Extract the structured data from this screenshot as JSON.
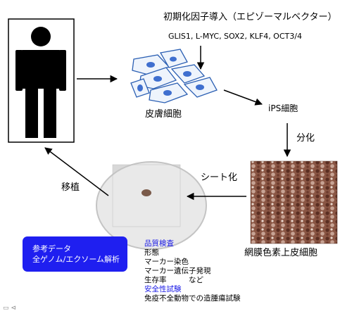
{
  "labels": {
    "factor_title": "初期化因子導入（エピゾーマルベクター）",
    "genes": "GLIS1, L-MYC, SOX2, KLF4, OCT3/4",
    "skin_cells": "皮膚細胞",
    "ips_cells": "iPS細胞",
    "differentiation": "分化",
    "sheeting": "シート化",
    "transplant": "移植",
    "rpe_cells": "網膜色素上皮細胞"
  },
  "reference_box": {
    "line1": "参考データ",
    "line2": "全ゲノム/エクソーム解析",
    "color": "#1f1ff0"
  },
  "quality_list": {
    "quality_heading": "品質検査",
    "quality_items": [
      "形態",
      "マーカー染色",
      "マーカー遺伝子発現",
      "生存率　　　など"
    ],
    "safety_heading": "安全性試験",
    "safety_items": [
      "免疫不全動物での造腫瘍試験"
    ]
  },
  "colors": {
    "cell_outline": "#2b5fb3",
    "cell_nucleus": "#3f6fcf",
    "cell_fill": "#eef4fc",
    "rpe_tissue": "#7a4a3a",
    "sheet_dish": "#e3e3e3",
    "heading_blue": "#1a1ae6"
  },
  "icons": {
    "person": "person-figure-icon",
    "corner": "page-corner-icon"
  }
}
